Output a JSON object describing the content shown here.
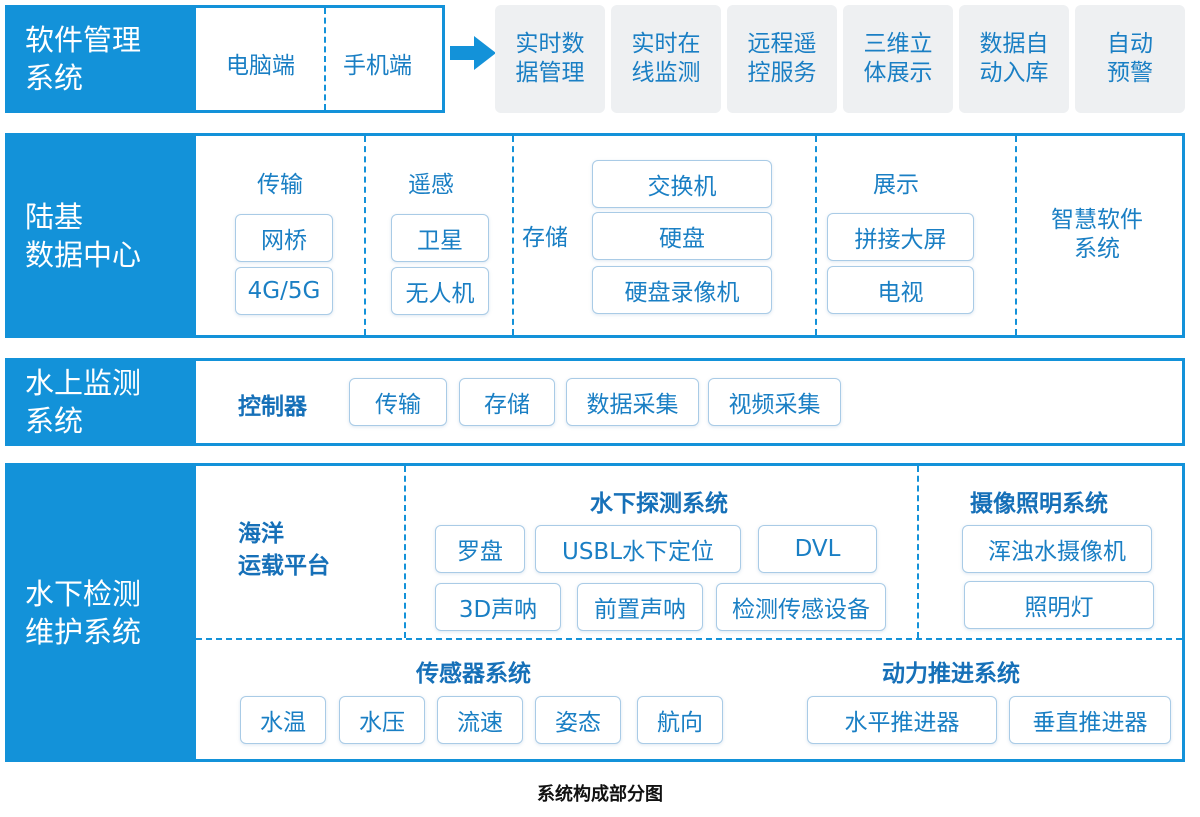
{
  "software": {
    "label": "软件管理\n系统",
    "clients": [
      "电脑端",
      "手机端"
    ],
    "features": [
      "实时数\n据管理",
      "实时在\n线监测",
      "远程遥\n控服务",
      "三维立\n体展示",
      "数据自\n动入库",
      "自动\n预警"
    ]
  },
  "land": {
    "label": "陆基\n数据中心",
    "transmission": {
      "title": "传输",
      "items": [
        "网桥",
        "4G/5G"
      ]
    },
    "remote": {
      "title": "遥感",
      "items": [
        "卫星",
        "无人机"
      ]
    },
    "storage": {
      "title": "存储",
      "items": [
        "交换机",
        "硬盘",
        "硬盘录像机"
      ]
    },
    "display": {
      "title": "展示",
      "items": [
        "拼接大屏",
        "电视"
      ]
    },
    "smart": "智慧软件\n系统"
  },
  "surface": {
    "label": "水上监测\n系统",
    "controller": "控制器",
    "items": [
      "传输",
      "存储",
      "数据采集",
      "视频采集"
    ]
  },
  "underwater": {
    "label": "水下检测\n维护系统",
    "platform": "海洋\n运载平台",
    "detection": {
      "title": "水下探测系统",
      "items": [
        "罗盘",
        "USBL水下定位",
        "DVL",
        "3D声呐",
        "前置声呐",
        "检测传感设备"
      ]
    },
    "camera": {
      "title": "摄像照明系统",
      "items": [
        "浑浊水摄像机",
        "照明灯"
      ]
    },
    "sensor": {
      "title": "传感器系统",
      "items": [
        "水温",
        "水压",
        "流速",
        "姿态",
        "航向"
      ]
    },
    "propulsion": {
      "title": "动力推进系统",
      "items": [
        "水平推进器",
        "垂直推进器"
      ]
    }
  },
  "caption": "系统构成部分图",
  "colors": {
    "primary": "#1392d9",
    "text": "#1a7fc4",
    "feature_bg": "#eef0f2"
  }
}
